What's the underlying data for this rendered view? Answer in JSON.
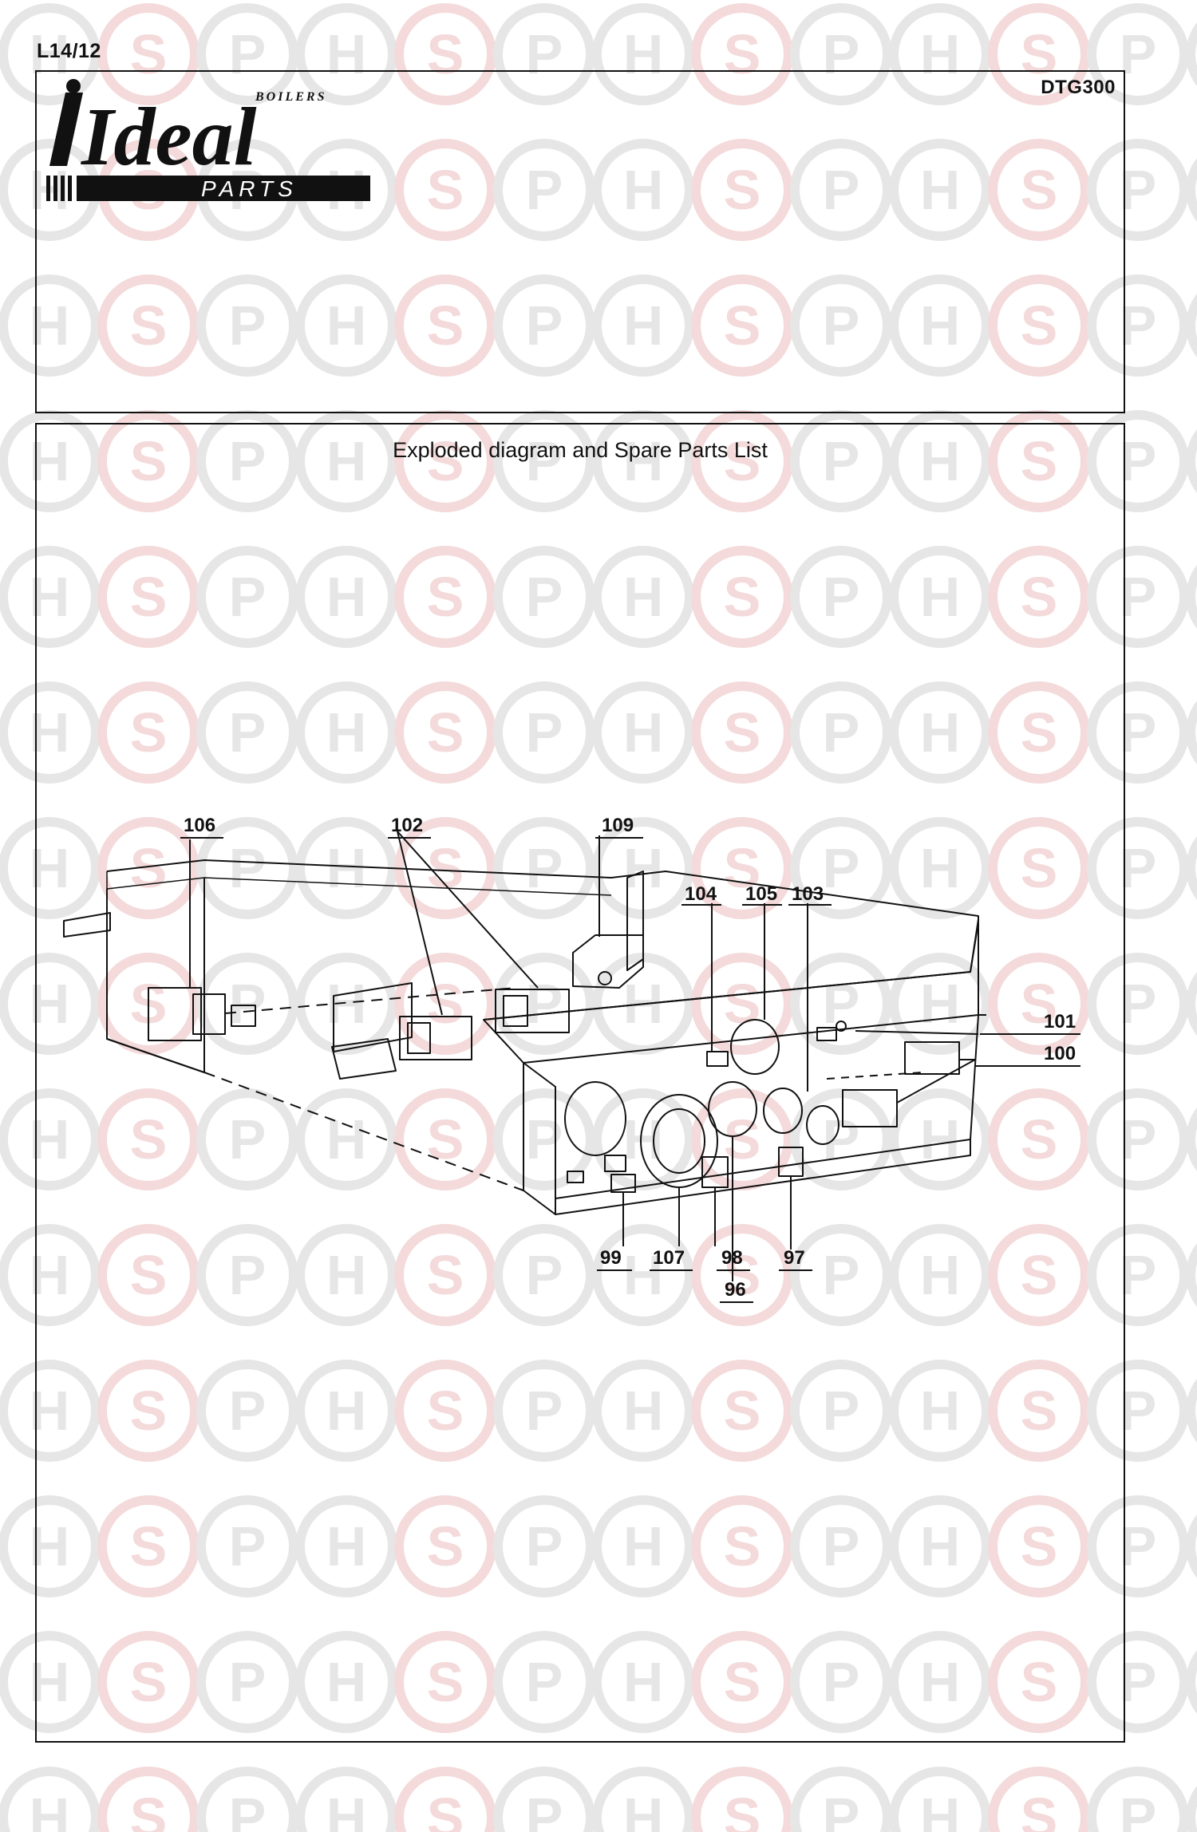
{
  "page_ref": "L14/12",
  "model_code": "DTG300",
  "brand": {
    "name": "Ideal",
    "tagline": "BOILERS",
    "sub": "PARTS"
  },
  "watermark_letters": [
    "H",
    "S",
    "P"
  ],
  "colors": {
    "watermark_ring": "#e6e6e6",
    "watermark_red": "#f4dada",
    "line": "#111111"
  },
  "diagram": {
    "title": "Exploded diagram and Spare Parts List",
    "callouts": {
      "c106": "106",
      "c102": "102",
      "c109": "109",
      "c104": "104",
      "c105": "105",
      "c103": "103",
      "c101": "101",
      "c100": "100",
      "c99": "99",
      "c107": "107",
      "c98": "98",
      "c97": "97",
      "c96": "96"
    }
  }
}
